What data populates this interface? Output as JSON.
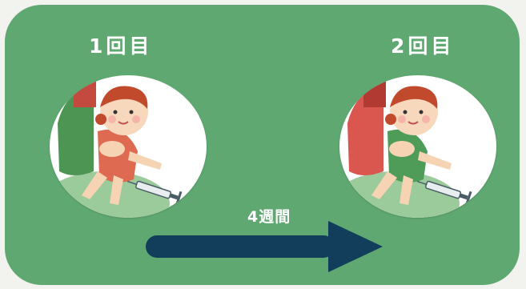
{
  "dose1": {
    "label": "1回目"
  },
  "dose2": {
    "label": "2回目"
  },
  "interval": {
    "label": "4週間"
  },
  "colors": {
    "background": "#5fa871",
    "circle": "#ffffff",
    "arrow": "#123e5c",
    "label": "#ffffff"
  },
  "icons": [
    "parent-holding-child-illustration",
    "syringe-icon",
    "arrow-right-icon"
  ]
}
